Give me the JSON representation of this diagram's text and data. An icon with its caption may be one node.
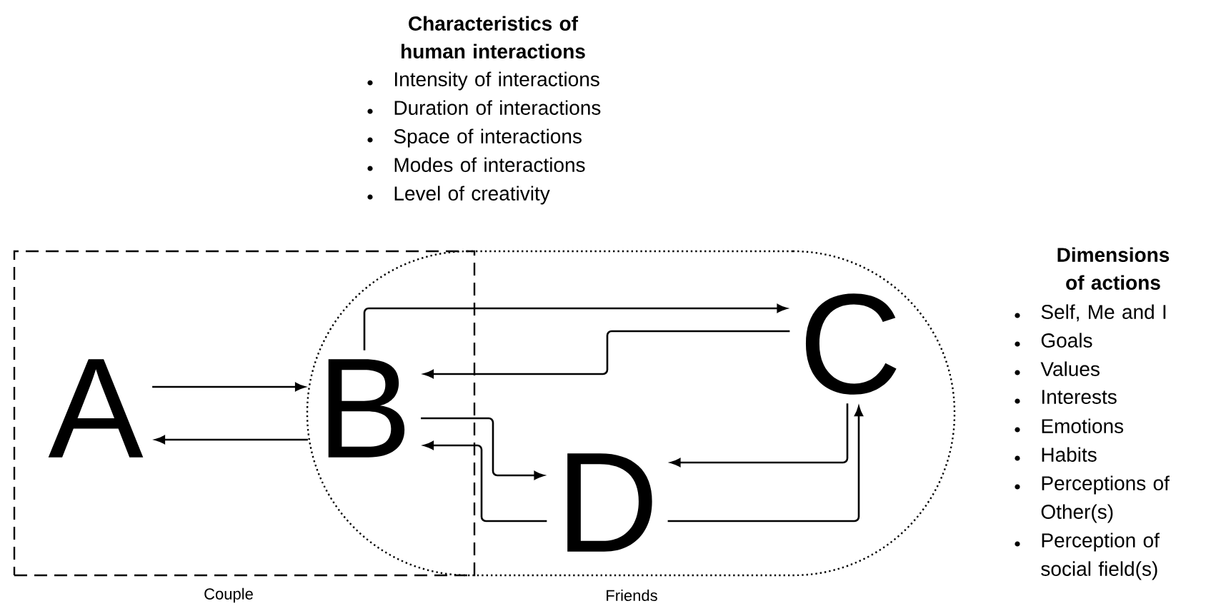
{
  "diagram": {
    "nodes": [
      {
        "text": [
          "Couple"
        ]
      },
      {
        "text": [
          "Friends"
        ]
      },
      {
        "text": [
          "A"
        ],
        "in": 0
      },
      {
        "text": [
          "B"
        ]
      },
      {
        "text": [
          "C"
        ],
        "in": 1
      },
      {
        "text": [
          "D"
        ],
        "in": 1
      }
    ],
    "edges": [
      {
        "from": 2,
        "to": 3,
        "arrow": "to"
      },
      {
        "from": 3,
        "to": 2,
        "arrow": "to"
      },
      {
        "from": 3,
        "to": 4,
        "arrow": "to"
      },
      {
        "from": 4,
        "to": 3,
        "arrow": "to"
      },
      {
        "from": 3,
        "to": 5,
        "arrow": "to"
      },
      {
        "from": 5,
        "to": 3,
        "arrow": "to"
      },
      {
        "from": 4,
        "to": 5,
        "arrow": "to"
      },
      {
        "from": 5,
        "to": 4,
        "arrow": "to"
      }
    ],
    "labels": [
      "Characteristics of human interactions",
      "Intensity of interactions",
      "Duration of interactions",
      "Space of interactions",
      "Modes of interactions",
      "Level of creativity",
      "Dimensions of actions",
      "Self, Me and I",
      "Goals",
      "Values",
      "Interests",
      "Emotions",
      "Habits",
      "Perceptions of Other(s)",
      "Perception of social field(s)"
    ]
  }
}
